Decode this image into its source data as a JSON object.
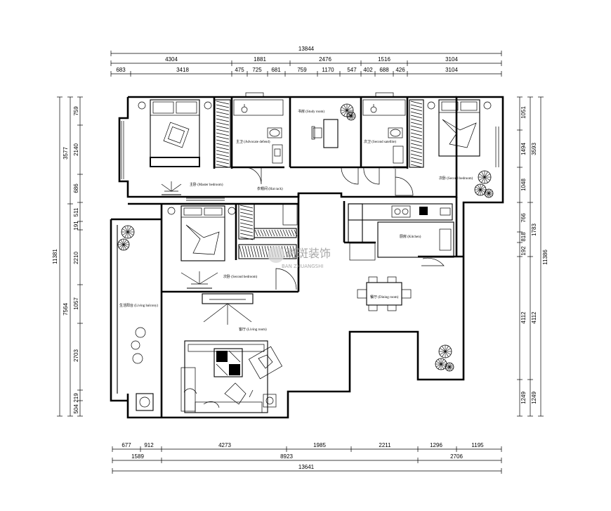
{
  "dimensions": {
    "top_total": "13844",
    "top_row1": [
      "4304",
      "1881",
      "2476",
      "1516",
      "3104"
    ],
    "top_row2": [
      "683",
      "3418",
      "475",
      "725",
      "681",
      "759",
      "1170",
      "547",
      "402",
      "688",
      "426",
      "3104"
    ],
    "bottom_row1": [
      "677",
      "912",
      "4273",
      "1985",
      "2211",
      "1296",
      "1195"
    ],
    "bottom_row2": [
      "1589",
      "8923",
      "2706"
    ],
    "bottom_total": "13641",
    "left_outer_total": "11381",
    "left_outer_parts": [
      "3577",
      "7564"
    ],
    "left_inner": [
      "759",
      "2140",
      "686",
      "511",
      "191",
      "2210",
      "1057",
      "2703",
      "219",
      "504"
    ],
    "right_inner": [
      "1051",
      "1494",
      "1048",
      "766",
      "818",
      "192",
      "4112",
      "1249"
    ],
    "right_outer_parts": [
      "3593",
      "1783",
      "4112",
      "1249"
    ],
    "right_outer_total": "11386"
  },
  "rooms": {
    "master_bedroom": "主卧 (Master bedroom)",
    "advocate_defend": "主卫 (Advocate defend)",
    "study_room": "书房 (Study room)",
    "second_satellite": "次卫 (Second satellite)",
    "second_bedroom_right": "次卧 (Second bedroom)",
    "hat_rack": "衣帽间 (Hat rack)",
    "second_bedroom_left": "次卧 (Second bedroom)",
    "kitchen": "厨房 (Kitchen)",
    "dining_room": "餐厅 (Dining room)",
    "living_room": "客厅 (Living room)",
    "living_balcony": "生活阳台 (Living balcony)"
  },
  "watermark": {
    "cn": "斑斑装饰",
    "en": "BAN ZHUANGSHI"
  },
  "icons": [
    "bed-icon",
    "toilet-icon",
    "sink-icon",
    "desk-icon",
    "plant-icon",
    "wardrobe-icon",
    "stove-icon",
    "dining-table-icon",
    "sofa-icon",
    "door-swing-icon",
    "washing-machine-icon",
    "tv-icon"
  ]
}
